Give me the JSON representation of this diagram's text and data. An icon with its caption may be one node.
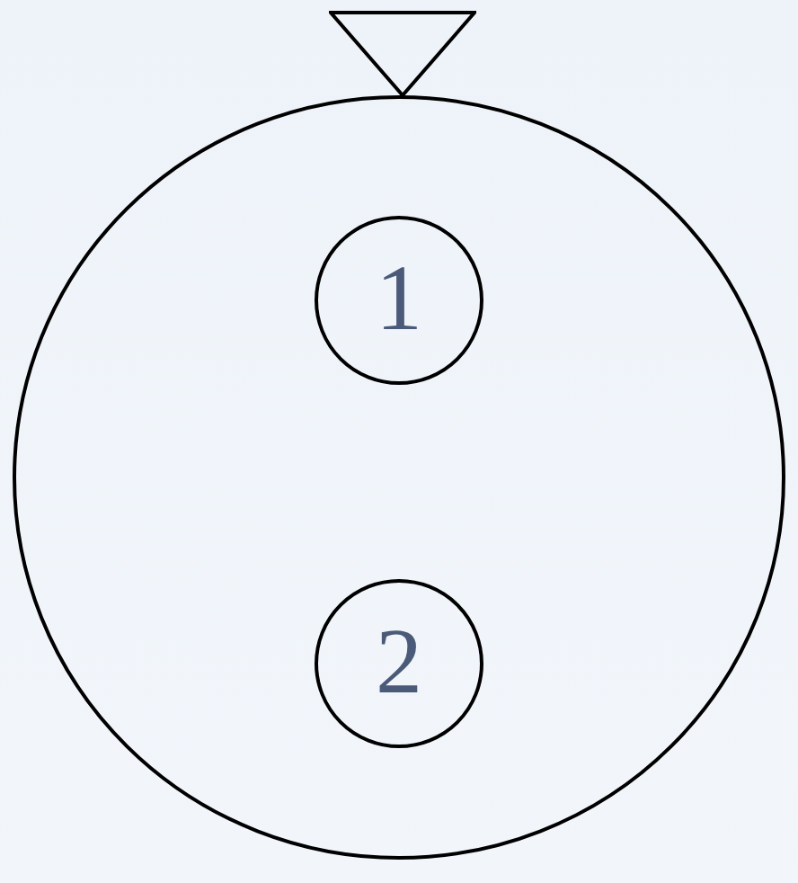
{
  "diagram": {
    "nodes": [
      {
        "text": [],
        "shape": "triangle"
      },
      {
        "text": [],
        "shape": "circle"
      },
      {
        "text": [
          "1"
        ],
        "in": 1
      },
      {
        "text": [
          "2"
        ],
        "in": 1
      }
    ]
  }
}
